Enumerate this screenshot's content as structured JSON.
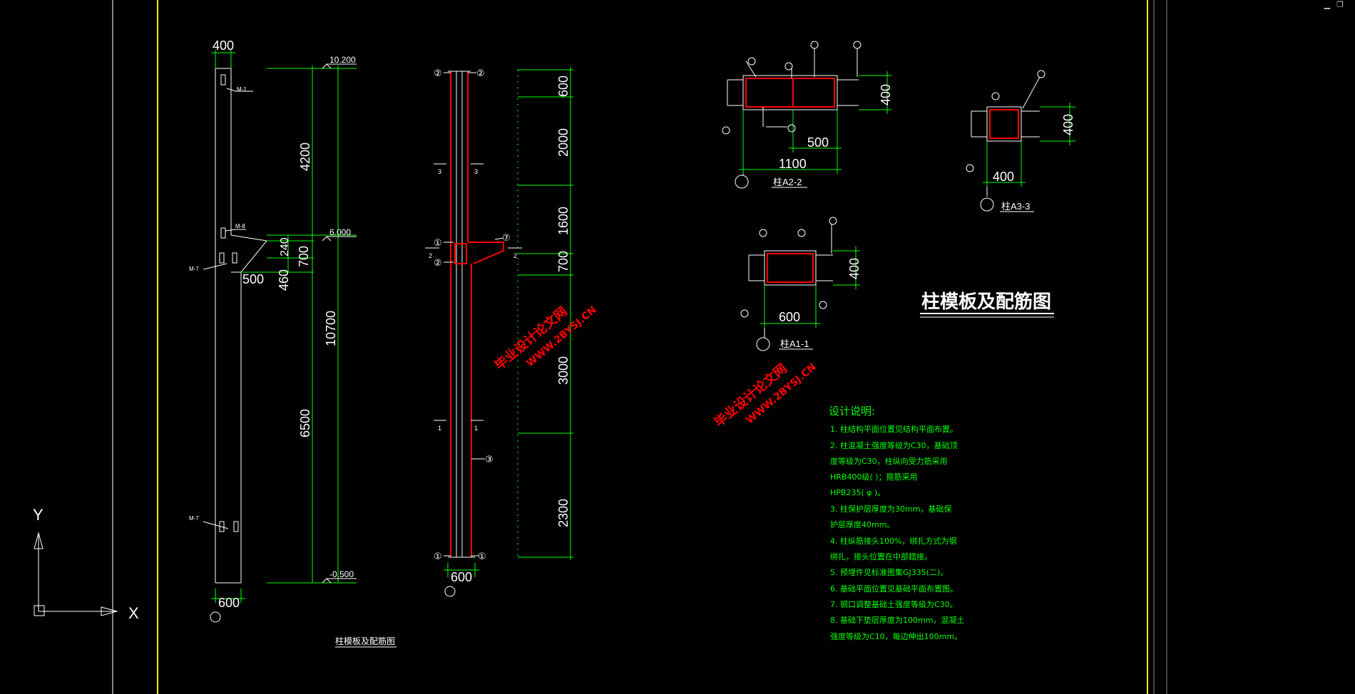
{
  "window": {
    "minimize_glyph": "▁",
    "restore_glyph": "❐"
  },
  "ucs": {
    "x_label": "X",
    "y_label": "Y"
  },
  "elevation": {
    "top_width": "400",
    "bottom_width": "600",
    "heights": [
      "4200",
      "240",
      "700",
      "460",
      "10700",
      "6500"
    ],
    "offset": "500",
    "levels": [
      "10.200",
      "6.000",
      "-0.500"
    ],
    "tags": [
      "M-1",
      "M-8",
      "M-7",
      "M-7"
    ]
  },
  "rebar_elevation": {
    "segments": [
      "600",
      "2000",
      "1600",
      "700",
      "3000",
      "2300"
    ],
    "bottom_width": "600",
    "section_marks": [
      "3",
      "3",
      "2",
      "2",
      "1",
      "1"
    ],
    "bubbles": [
      "②",
      "②",
      "①",
      "②",
      "⑦",
      "③",
      "①",
      "①"
    ]
  },
  "section_a22": {
    "title": "柱A2-2",
    "dims": [
      "400",
      "500",
      "1100"
    ]
  },
  "section_a33": {
    "title": "柱A3-3",
    "dims": [
      "400",
      "400"
    ]
  },
  "section_a11": {
    "title": "柱A1-1",
    "dims": [
      "400",
      "600"
    ]
  },
  "drawing_title": "柱模板及配筋图",
  "drawing_caption": "柱模板及配筋图",
  "watermark": {
    "line1": "毕业设计论文网",
    "line2": "WWW.2BYSJ.CN"
  },
  "notes": {
    "heading": "设计说明:",
    "items": [
      "1. 柱结构平面位置见结构平面布置。",
      "2. 柱混凝土强度等级为C30，基础顶",
      "   度等级为C30，柱纵向受力筋采用",
      "   HRB400级( )；箍筋采用",
      "   HPB235( φ )。",
      "3. 柱保护层厚度为30mm，基础保",
      "   护层厚度40mm。",
      "4. 柱纵筋接头100%，绑扎方式为钢",
      "   绑扎，接头位置在中部錯接。",
      "5. 预埋件见标准图集GJ335(二)。",
      "6. 基础平面位置见基础平面布置图。",
      "7. 钢口调整基础土强度等级为C30。",
      "8. 基础下垫层厚度为100mm，混凝土",
      "   强度等级为C10，每边伸出100mm。"
    ]
  },
  "colors": {
    "background": "#000000",
    "frame": "#ffff00",
    "dimension": "#00ff00",
    "outline": "#ffffff",
    "rebar": "#ff0000",
    "text": "#ffffff",
    "notes": "#00ff00",
    "watermark": "#ff0000"
  }
}
